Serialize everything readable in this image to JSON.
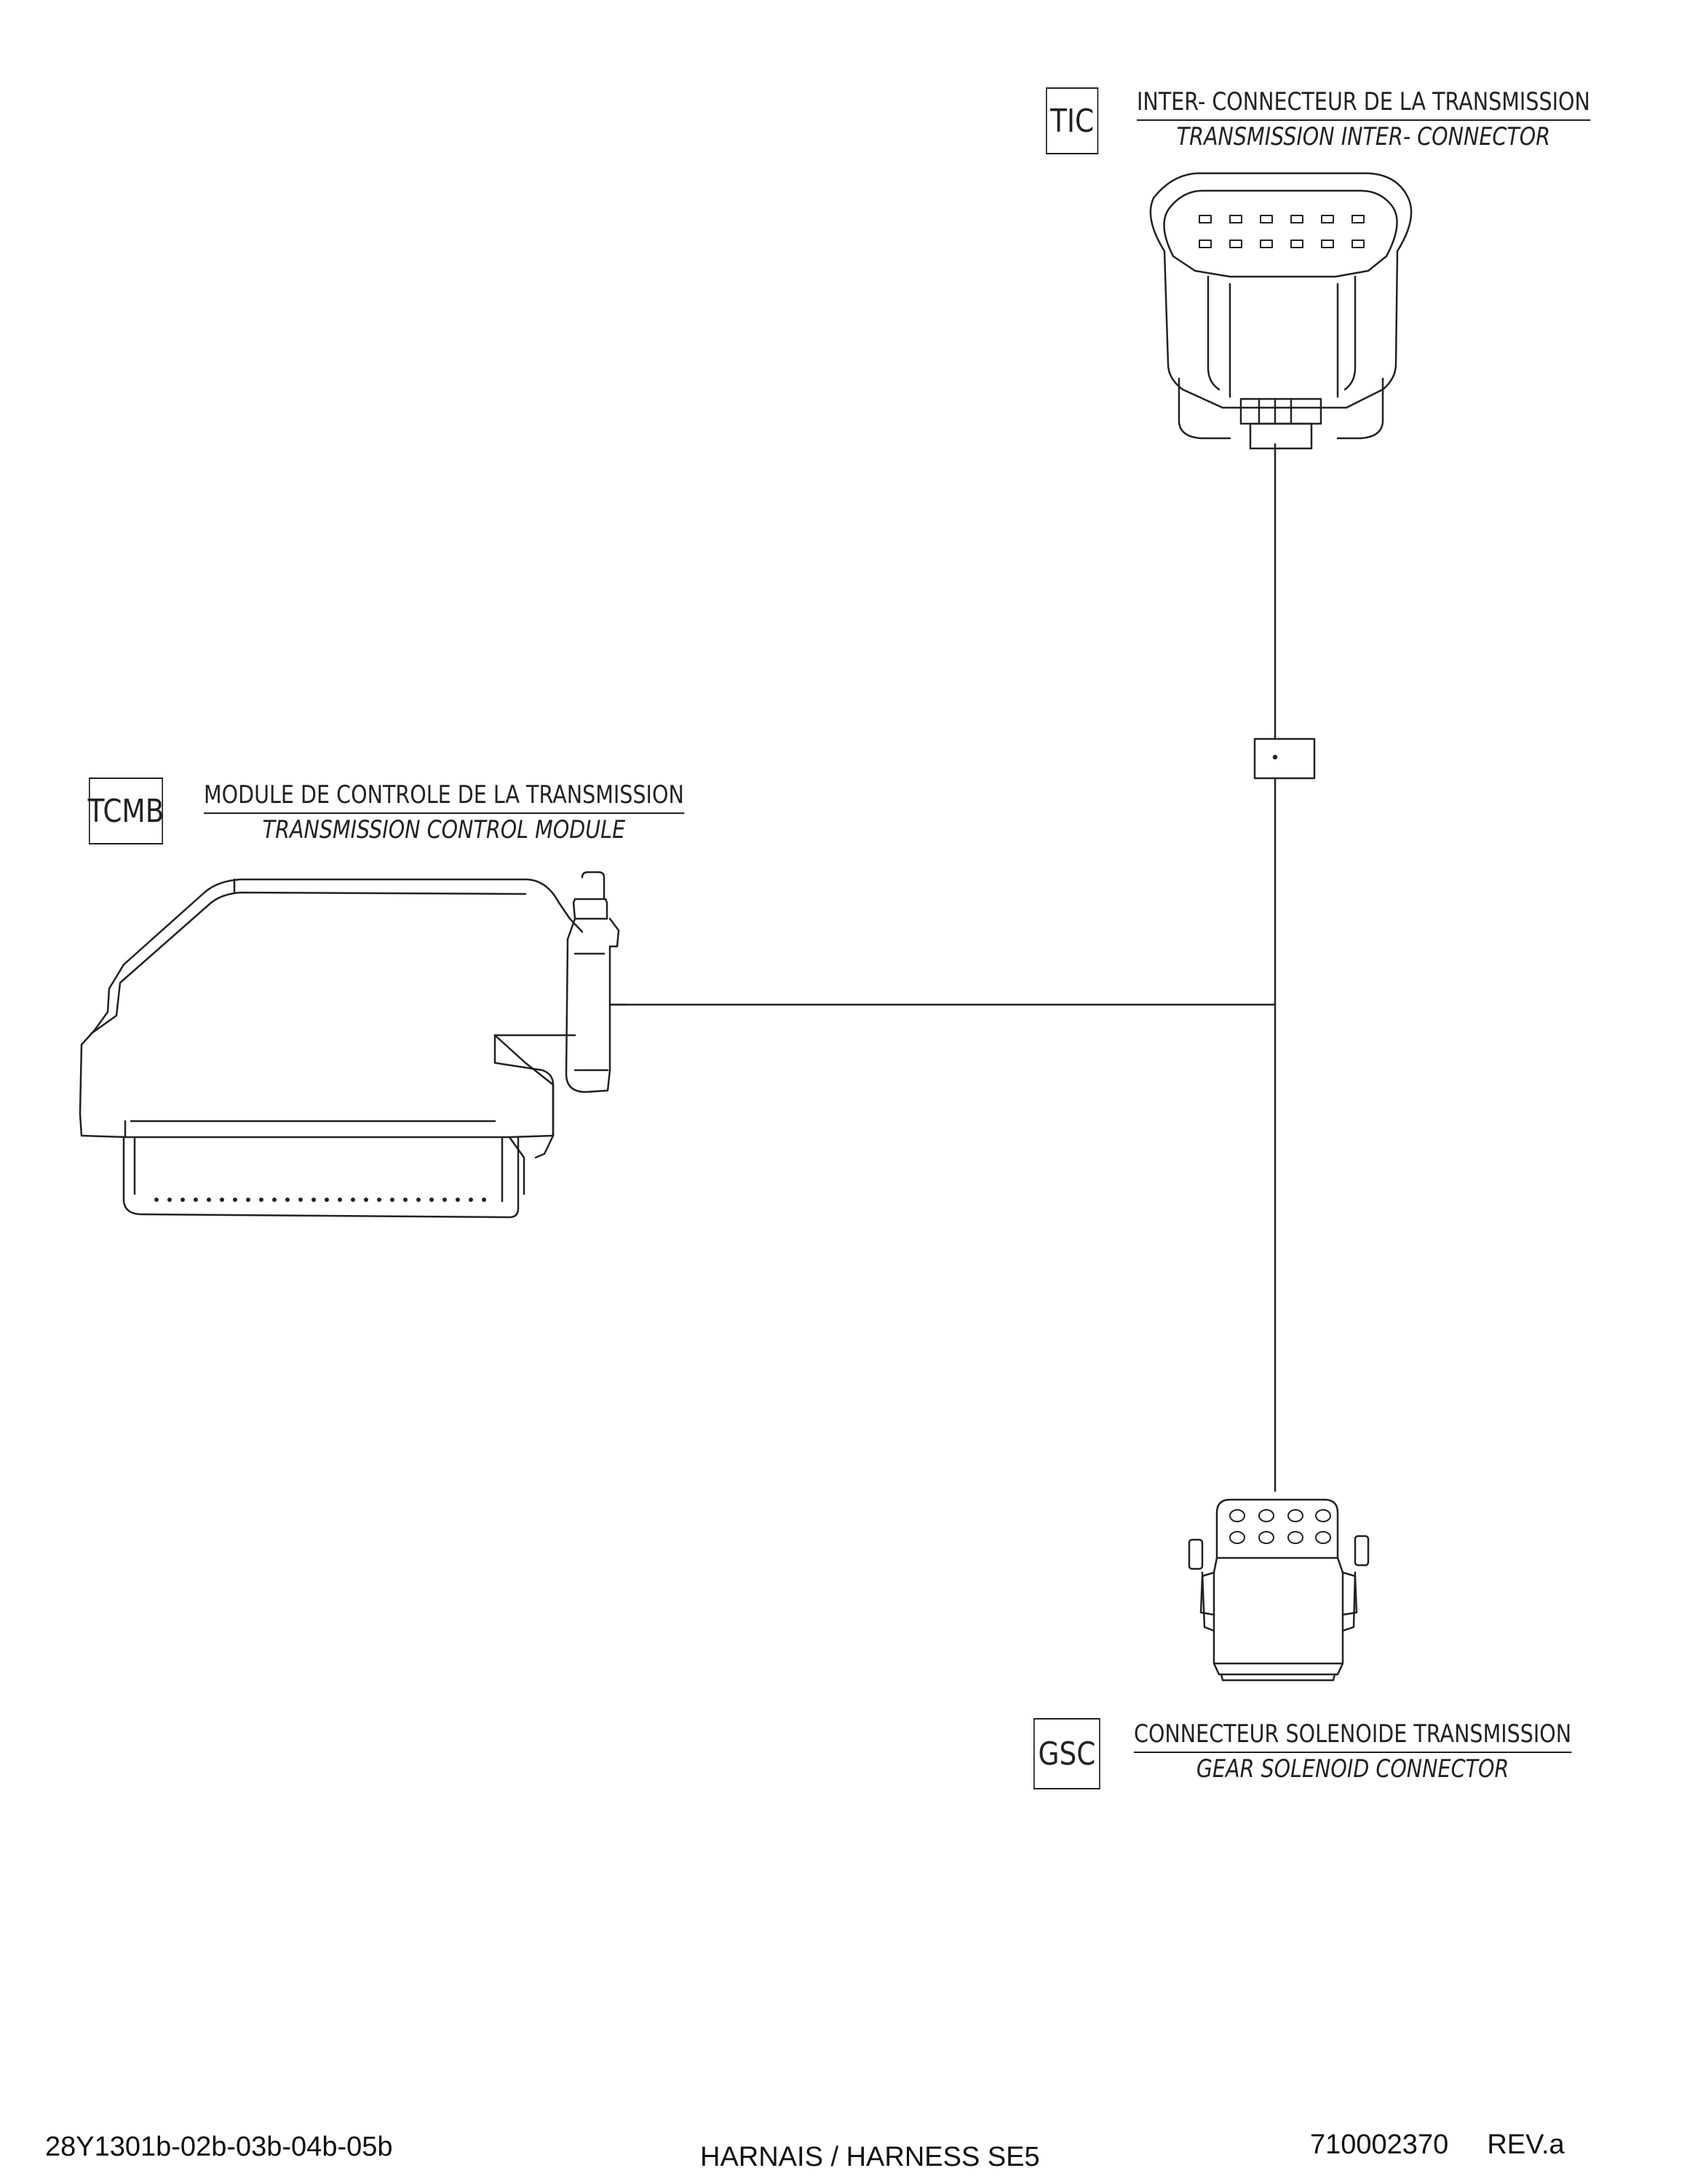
{
  "tic": {
    "code": "TIC",
    "label_fr": "INTER-  CONNECTEUR DE LA TRANSMISSION",
    "label_en": "TRANSMISSION INTER-  CONNECTOR"
  },
  "tcmb": {
    "code": "TCMB",
    "label_fr": "MODULE DE CONTROLE DE LA TRANSMISSION",
    "label_en": "TRANSMISSION CONTROL MODULE"
  },
  "gsc": {
    "code": "GSC",
    "label_fr": "CONNECTEUR SOLENOIDE TRANSMISSION",
    "label_en": "GEAR SOLENOID CONNECTOR"
  },
  "footer": {
    "drawing_refs": "28Y1301b-02b-03b-04b-05b",
    "title": "HARNAIS / HARNESS SE5",
    "part_number": "710002370",
    "revision": "REV.a"
  }
}
